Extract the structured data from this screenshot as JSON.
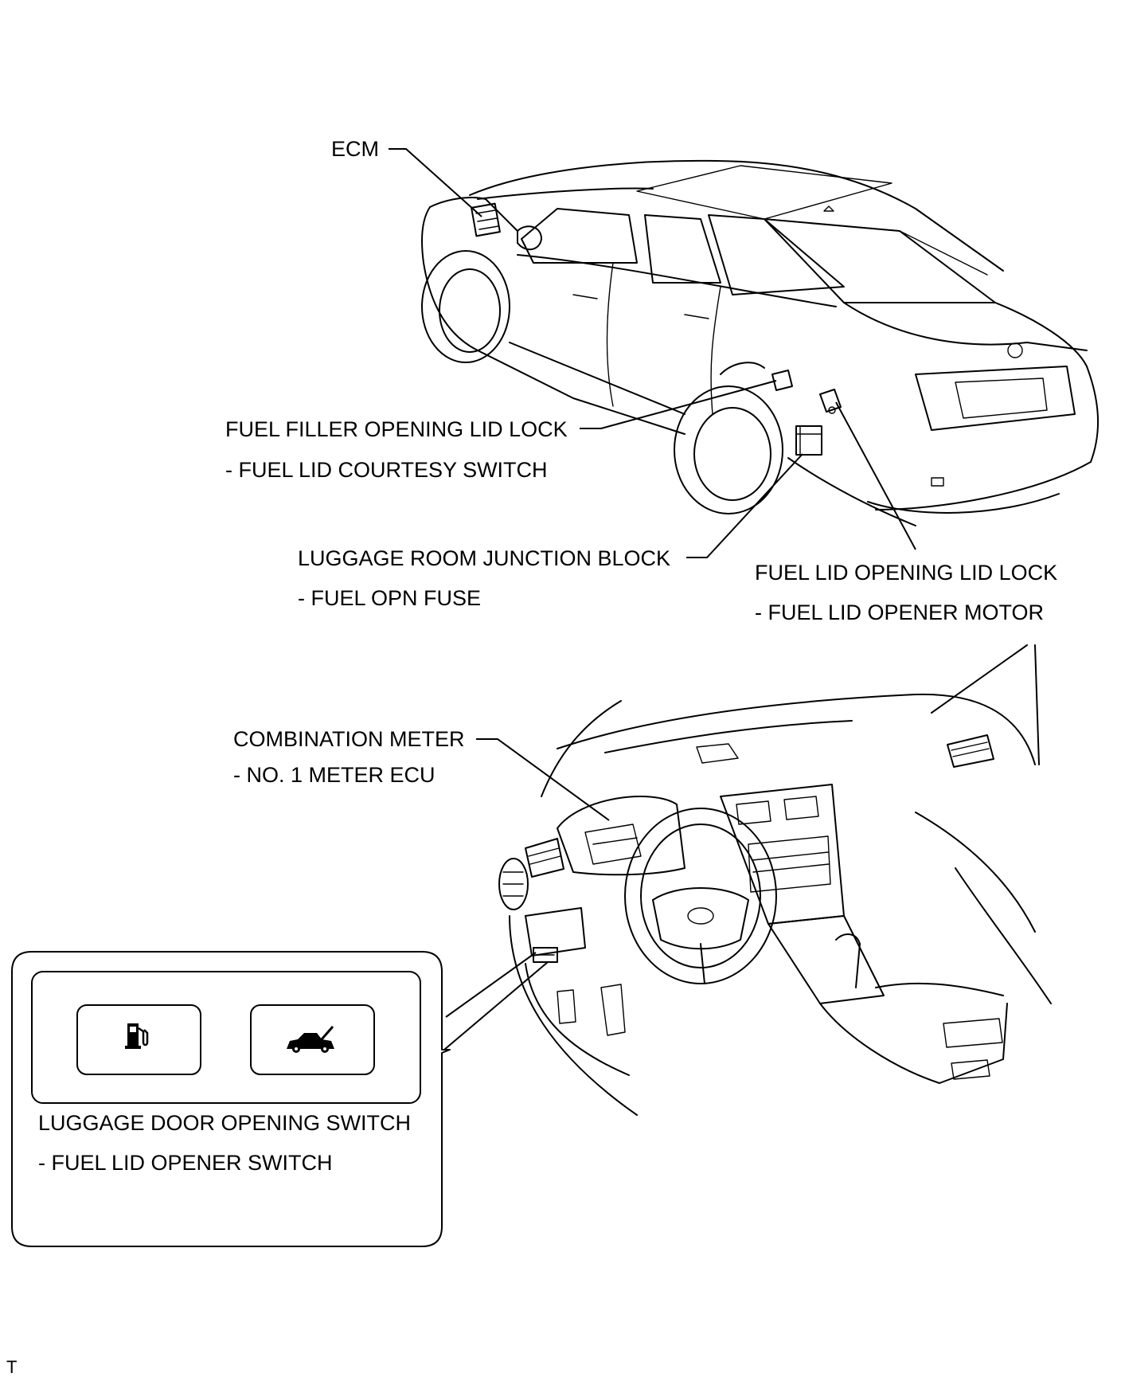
{
  "labels": {
    "ecm": "ECM",
    "fuel_filler_lock": "FUEL FILLER OPENING LID LOCK",
    "fuel_lid_courtesy": "- FUEL LID COURTESY SWITCH",
    "luggage_junction": "LUGGAGE ROOM JUNCTION BLOCK",
    "fuel_opn_fuse": "- FUEL OPN FUSE",
    "fuel_lid_lock": "FUEL LID OPENING LID LOCK",
    "fuel_lid_motor": "- FUEL LID OPENER MOTOR",
    "combination_meter": "COMBINATION METER",
    "meter_ecu": "- NO. 1 METER ECU",
    "luggage_door_switch": "LUGGAGE DOOR OPENING SWITCH",
    "fuel_lid_switch": "- FUEL LID OPENER SWITCH",
    "corner_mark": "T"
  },
  "icons": [
    "fuel-pump-icon",
    "trunk-open-icon"
  ]
}
